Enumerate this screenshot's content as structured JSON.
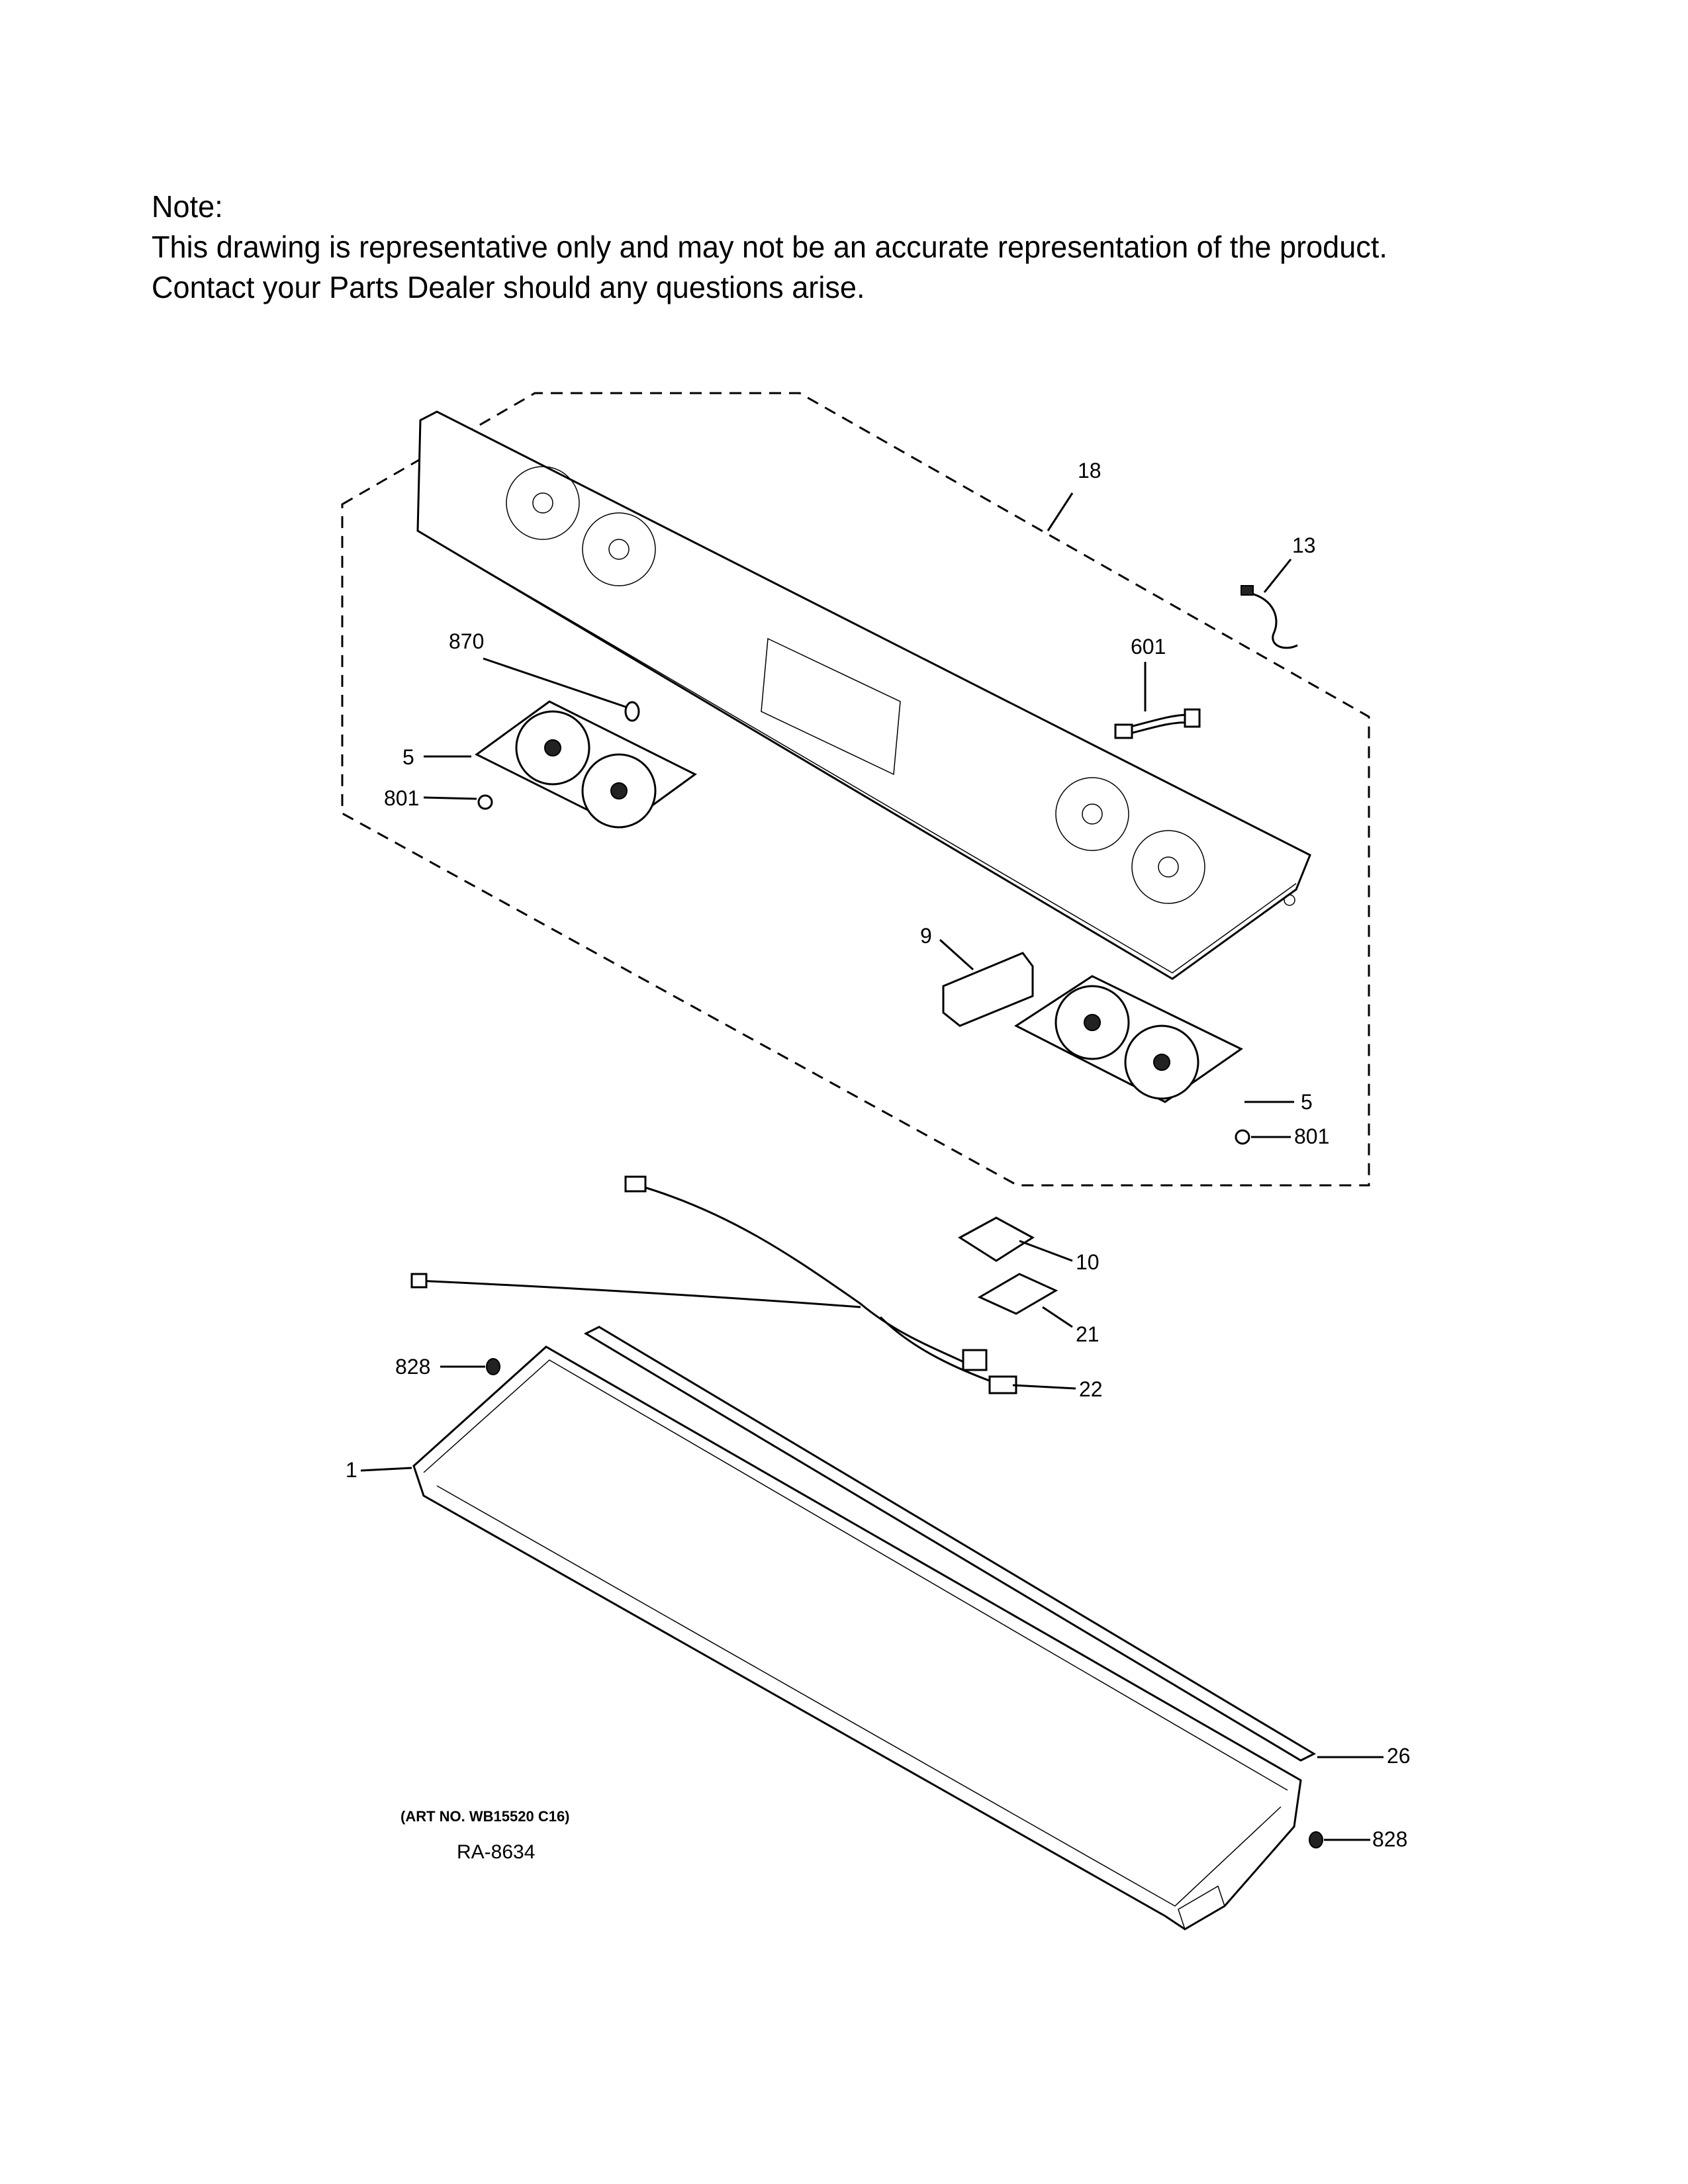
{
  "note": {
    "heading": "Note:",
    "line1": "This drawing is representative only and may not be an accurate representation of the product.",
    "line2": "Contact your Parts Dealer should any questions arise."
  },
  "callouts": {
    "c18": "18",
    "c13": "13",
    "c870": "870",
    "c601": "601",
    "c5a": "5",
    "c801a": "801",
    "c9": "9",
    "c5b": "5",
    "c801b": "801",
    "c10": "10",
    "c21": "21",
    "c22": "22",
    "c828a": "828",
    "c1": "1",
    "c26": "26",
    "c828b": "828"
  },
  "footer": {
    "art_no": "(ART NO. WB15520 C16)",
    "ref": "RA-8634"
  }
}
